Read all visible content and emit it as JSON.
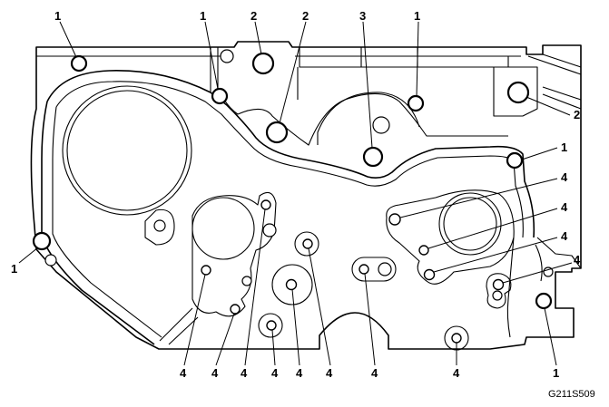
{
  "figure_code": "G211S509",
  "callouts": [
    {
      "id": "c1",
      "number": "1"
    },
    {
      "id": "c2",
      "number": "1"
    },
    {
      "id": "c3",
      "number": "2"
    },
    {
      "id": "c4",
      "number": "2"
    },
    {
      "id": "c5",
      "number": "3"
    },
    {
      "id": "c6",
      "number": "1"
    },
    {
      "id": "c7",
      "number": "2"
    },
    {
      "id": "c8",
      "number": "1"
    },
    {
      "id": "c9",
      "number": "4"
    },
    {
      "id": "c10",
      "number": "4"
    },
    {
      "id": "c11",
      "number": "4"
    },
    {
      "id": "c12",
      "number": "4"
    },
    {
      "id": "c13",
      "number": "1"
    },
    {
      "id": "c14",
      "number": "4"
    },
    {
      "id": "c15",
      "number": "4"
    },
    {
      "id": "c16",
      "number": "4"
    },
    {
      "id": "c17",
      "number": "4"
    },
    {
      "id": "c18",
      "number": "4"
    },
    {
      "id": "c19",
      "number": "4"
    },
    {
      "id": "c20",
      "number": "4"
    },
    {
      "id": "c21",
      "number": "4"
    },
    {
      "id": "c22",
      "number": "1"
    }
  ]
}
